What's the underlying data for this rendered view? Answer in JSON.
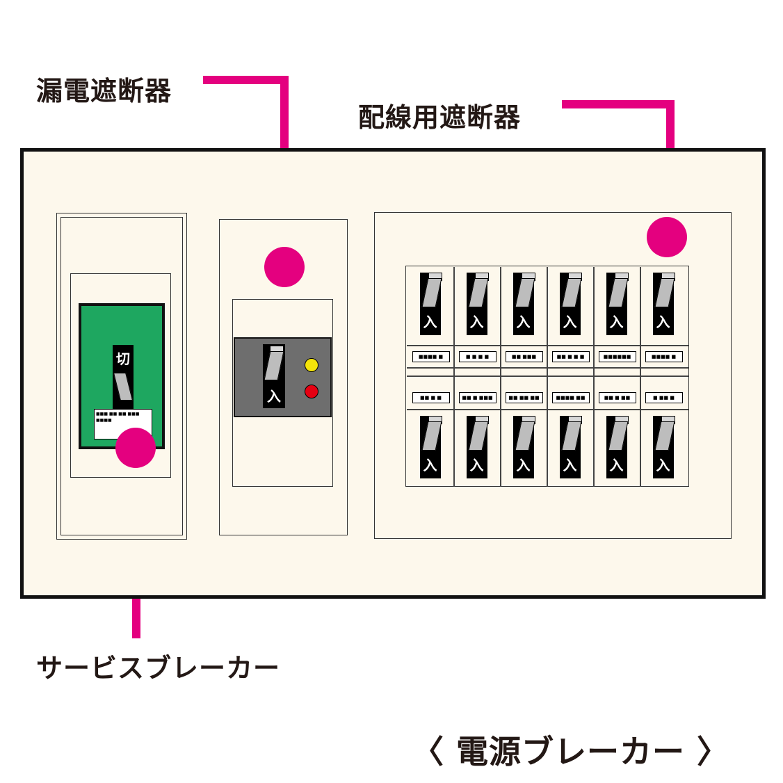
{
  "labels": {
    "leakage_breaker": "漏電遮断器",
    "wiring_breaker": "配線用遮断器",
    "service_breaker": "サービスブレーカー",
    "caption": "〈 電源ブレーカー 〉"
  },
  "switch_labels": {
    "service_off": "切",
    "on": "入"
  },
  "service_breaker_plate_text": "■■■ ■■ ■■ ■■■ ■■■■",
  "circuit_name_cards_top": [
    "■■■■ ■",
    "■ ■ ■ ■",
    "■■ ■■■",
    "■■ ■ ■ ■",
    "■■■■■■",
    "■■■■ ■"
  ],
  "circuit_name_cards_bottom": [
    "■■ ■ ■",
    "■■ ■ ■■■",
    "■■ ■■ ■■",
    "■■■■ ■■",
    "■■ ■ ■■",
    "■ ■■ ■"
  ],
  "colors": {
    "accent": "#e4007f",
    "panel": "#fdf8ec",
    "service_breaker_green": "#1ea760",
    "indicator_yellow": "#f5e50a",
    "indicator_red": "#e60012",
    "elcb_body": "#6e6e6e"
  }
}
